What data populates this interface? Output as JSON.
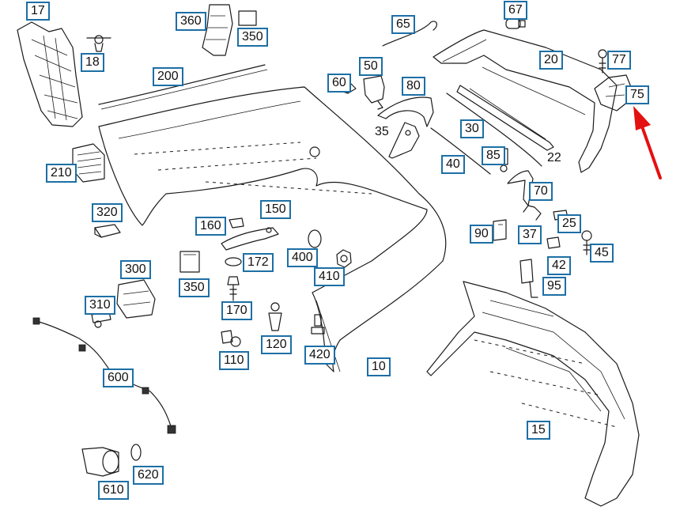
{
  "callouts": {
    "c17": "17",
    "c18": "18",
    "c360": "360",
    "c350a": "350",
    "c200": "200",
    "c65": "65",
    "c67": "67",
    "c20": "20",
    "c77": "77",
    "c75": "75",
    "c50": "50",
    "c60": "60",
    "c80": "80",
    "c30": "30",
    "c85": "85",
    "c40": "40",
    "c70": "70",
    "c210": "210",
    "c320": "320",
    "c150": "150",
    "c160": "160",
    "c25": "25",
    "c90": "90",
    "c37": "37",
    "c45": "45",
    "c42": "42",
    "c172": "172",
    "c400": "400",
    "c350b": "350",
    "c410": "410",
    "c300": "300",
    "c95": "95",
    "c170": "170",
    "c310": "310",
    "c120": "120",
    "c110": "110",
    "c420": "420",
    "c10": "10",
    "c600": "600",
    "c15": "15",
    "c620": "620",
    "c610": "610"
  },
  "plain_labels": {
    "p35": "35",
    "p22": "22"
  },
  "highlight": {
    "color": "#e3110f",
    "target": "75"
  },
  "callout_border_color": "#1d6fa5"
}
